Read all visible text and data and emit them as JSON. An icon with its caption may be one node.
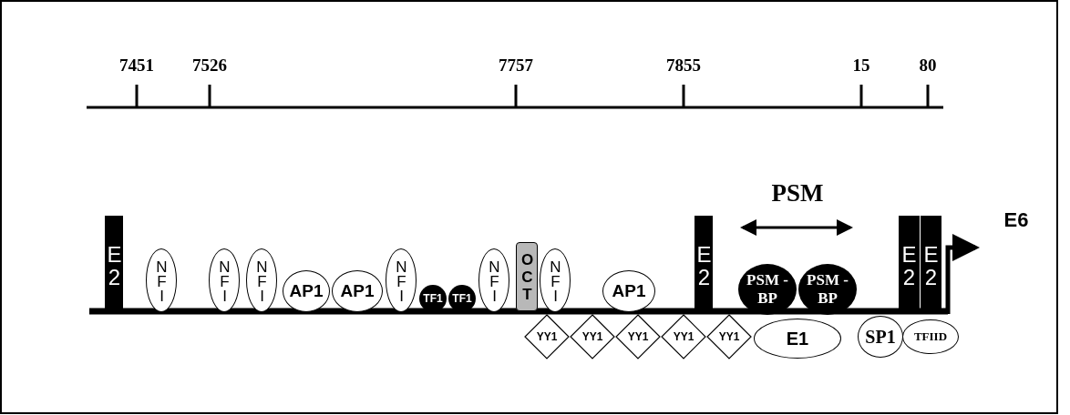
{
  "diagram": {
    "nodes": [
      {
        "text": [
          "E2"
        ]
      },
      {
        "text": [
          "NFI"
        ]
      },
      {
        "text": [
          "NFI"
        ]
      },
      {
        "text": [
          "NFI"
        ]
      },
      {
        "text": [
          "AP1"
        ]
      },
      {
        "text": [
          "AP1"
        ]
      },
      {
        "text": [
          "NFI"
        ]
      },
      {
        "text": [
          "TF1"
        ]
      },
      {
        "text": [
          "TF1"
        ]
      },
      {
        "text": [
          "NFI"
        ]
      },
      {
        "text": [
          "OCT"
        ]
      },
      {
        "text": [
          "NFI"
        ]
      },
      {
        "text": [
          "AP1"
        ]
      },
      {
        "text": [
          "YY1"
        ]
      },
      {
        "text": [
          "YY1"
        ]
      },
      {
        "text": [
          "YY1"
        ]
      },
      {
        "text": [
          "YY1"
        ]
      },
      {
        "text": [
          "YY1"
        ]
      },
      {
        "text": [
          "E2"
        ]
      },
      {
        "text": [
          "PSM -BP"
        ]
      },
      {
        "text": [
          "PSM -BP"
        ]
      },
      {
        "text": [
          "E1"
        ]
      },
      {
        "text": [
          "E2"
        ]
      },
      {
        "text": [
          "E2"
        ]
      },
      {
        "text": [
          "SP1"
        ]
      },
      {
        "text": [
          "TFIID"
        ]
      }
    ],
    "edges": [],
    "labels": [
      "7451",
      "7526",
      "7757",
      "7855",
      "15",
      "80",
      "PSM",
      "E6"
    ]
  }
}
